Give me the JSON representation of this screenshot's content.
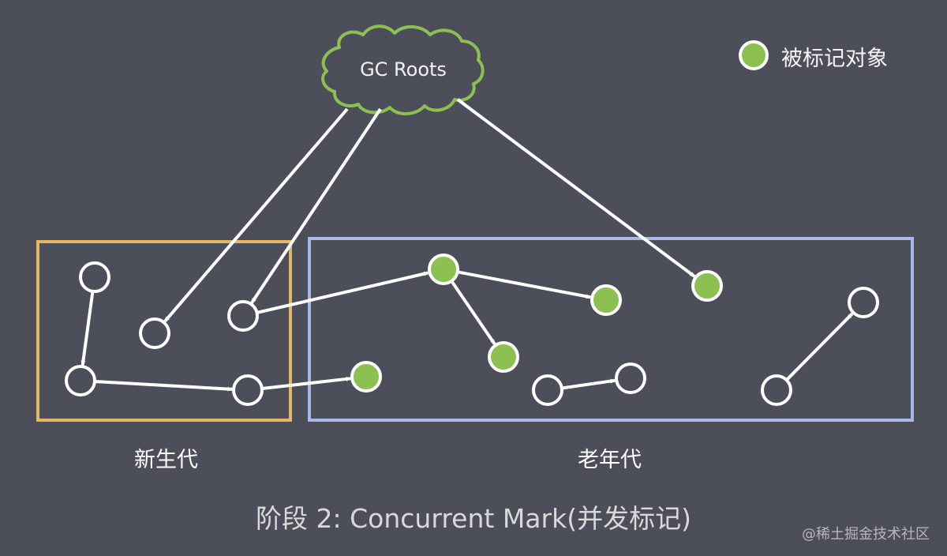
{
  "gc_roots": {
    "label": "GC Roots"
  },
  "legend": {
    "label": "被标记对象",
    "marked_color": "#8cc152"
  },
  "regions": {
    "young": {
      "label": "新生代",
      "border_color": "#e5b567"
    },
    "old": {
      "label": "老年代",
      "border_color": "#a8b8e8"
    }
  },
  "caption": "阶段 2: Concurrent Mark(并发标记)",
  "watermark": "@稀土掘金技术社区",
  "colors": {
    "background": "#4c4e5a",
    "cloud_stroke": "#8cc152",
    "edge": "#ffffff",
    "unmarked_fill": "#4c4e5a"
  },
  "objects": [
    {
      "id": "y1",
      "region": "young",
      "marked": false
    },
    {
      "id": "y2",
      "region": "young",
      "marked": false
    },
    {
      "id": "y3",
      "region": "young",
      "marked": false
    },
    {
      "id": "y4",
      "region": "young",
      "marked": false
    },
    {
      "id": "y5",
      "region": "young",
      "marked": false
    },
    {
      "id": "o1",
      "region": "old",
      "marked": true
    },
    {
      "id": "o2",
      "region": "old",
      "marked": true
    },
    {
      "id": "o3",
      "region": "old",
      "marked": true
    },
    {
      "id": "o4",
      "region": "old",
      "marked": true
    },
    {
      "id": "o5",
      "region": "old",
      "marked": true
    },
    {
      "id": "o6",
      "region": "old",
      "marked": false
    },
    {
      "id": "o7",
      "region": "old",
      "marked": false
    },
    {
      "id": "o8",
      "region": "old",
      "marked": false
    },
    {
      "id": "o9",
      "region": "old",
      "marked": false
    }
  ],
  "edges": [
    {
      "from": "gc",
      "to": "y4"
    },
    {
      "from": "gc",
      "to": "y2"
    },
    {
      "from": "gc",
      "to": "o5"
    },
    {
      "from": "y1",
      "to": "y3"
    },
    {
      "from": "y3",
      "to": "y5"
    },
    {
      "from": "y5",
      "to": "o4"
    },
    {
      "from": "y2",
      "to": "o1"
    },
    {
      "from": "o1",
      "to": "o2"
    },
    {
      "from": "o1",
      "to": "o3"
    },
    {
      "from": "o6",
      "to": "o7"
    },
    {
      "from": "o8",
      "to": "o9"
    }
  ]
}
